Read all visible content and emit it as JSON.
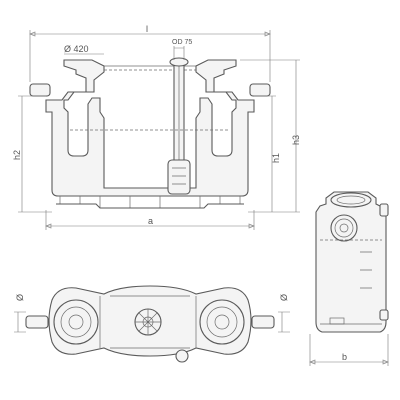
{
  "dimensions": {
    "overall_length": "l",
    "inlet_diameter": "Ø 420",
    "pipe_outer_diameter": "OD 75",
    "height_h2": "h2",
    "height_h1": "h1",
    "height_h3": "h3",
    "length_a": "a",
    "width_b": "b",
    "diameter_left": "Ø",
    "diameter_right": "Ø"
  }
}
